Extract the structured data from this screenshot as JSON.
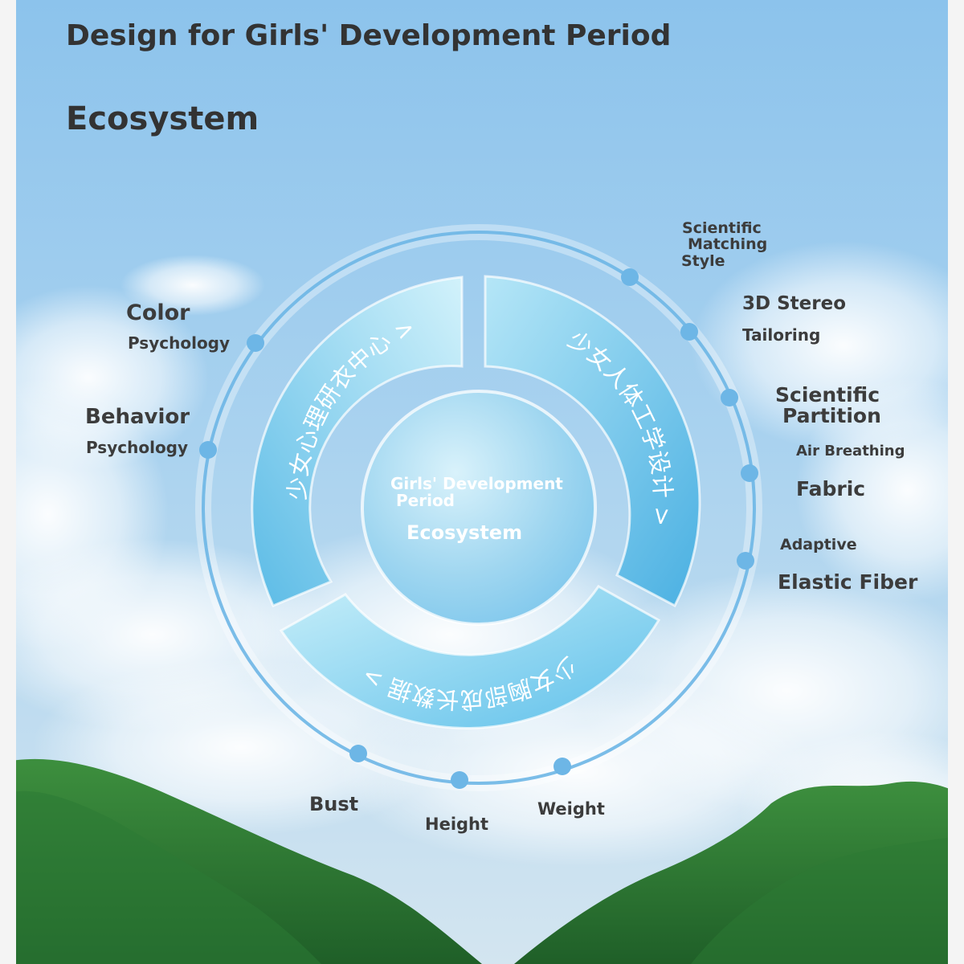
{
  "header": {
    "title": "Design for Girls' Development Period",
    "subtitle": "Ecosystem"
  },
  "center": {
    "line1": "Girls' Development",
    "line2": "Period",
    "line3": "Ecosystem"
  },
  "segments": {
    "left": "少女心理研衣中心 >",
    "right": "少女人体工学设计 >",
    "bottom": "少女胸部成长数据 >"
  },
  "labels": {
    "color": "Color",
    "color_sub": "Psychology",
    "behavior": "Behavior",
    "behavior_sub": "Psychology",
    "matching_1": "Scientific",
    "matching_2": "Matching",
    "matching_3": "Style",
    "stereo": "3D Stereo",
    "stereo_sub": "Tailoring",
    "partition_1": "Scientific",
    "partition_2": "Partition",
    "fabric_pre": "Air Breathing",
    "fabric": "Fabric",
    "fiber_pre": "Adaptive",
    "fiber": "Elastic Fiber",
    "bust": "Bust",
    "height": "Height",
    "weight": "Weight"
  },
  "colors": {
    "sky_top": "#8ec4ec",
    "sky_bottom": "#cfe4f2",
    "ring_dark": "#4fb2e2",
    "ring_light": "#c9eefa",
    "dot": "#6db6e6",
    "text": "#3c3c3c",
    "forest": "#2f7a34"
  }
}
